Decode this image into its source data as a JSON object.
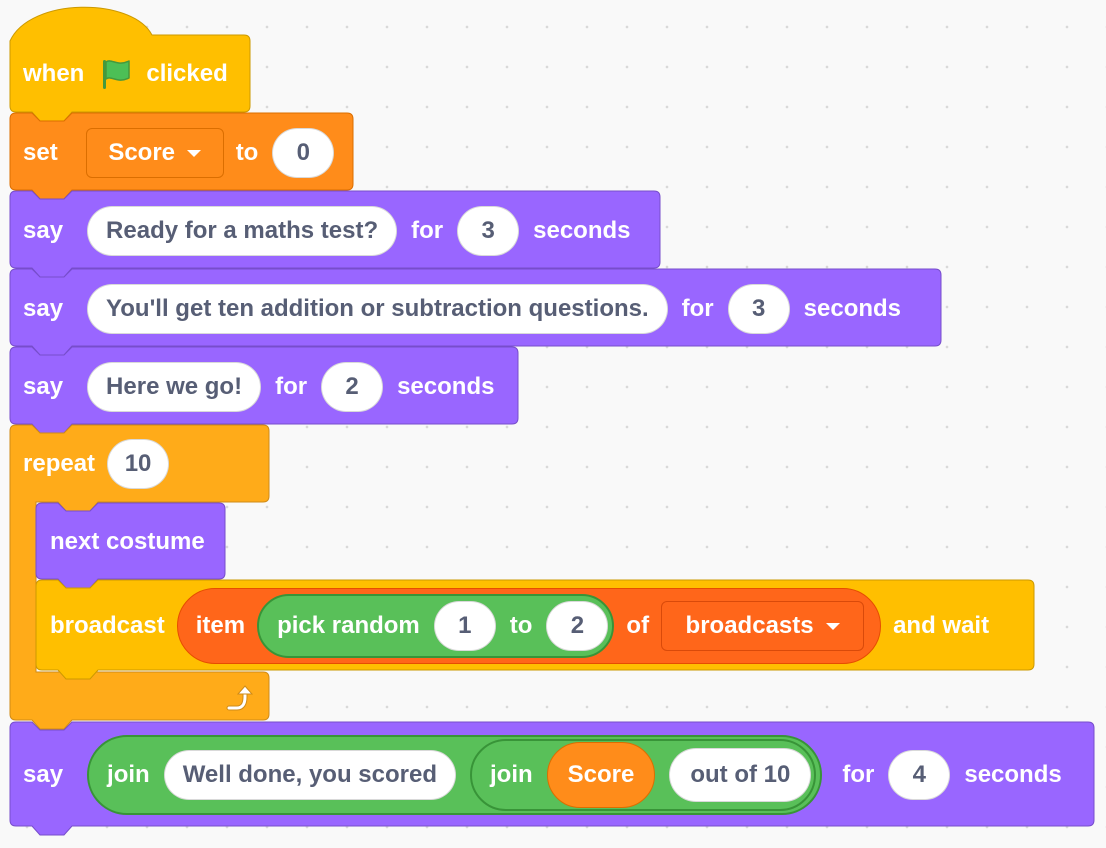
{
  "colors": {
    "events": "#ffbf00",
    "variables": "#ff8c1a",
    "looks": "#9966ff",
    "control": "#ffab19",
    "operators": "#59c059",
    "lists": "#ff661a",
    "flag": "#4cbf56"
  },
  "hat": {
    "when": "when",
    "icon": "green-flag-icon",
    "clicked": "clicked"
  },
  "set_block": {
    "set": "set",
    "variable": "Score",
    "to": "to",
    "value": "0"
  },
  "say1": {
    "say": "say",
    "message": "Ready for a maths test?",
    "for": "for",
    "secs": "3",
    "seconds": "seconds"
  },
  "say2": {
    "say": "say",
    "message": "You'll get ten addition or subtraction questions.",
    "for": "for",
    "secs": "3",
    "seconds": "seconds"
  },
  "say3": {
    "say": "say",
    "message": "Here we go!",
    "for": "for",
    "secs": "2",
    "seconds": "seconds"
  },
  "repeat": {
    "label": "repeat",
    "times": "10",
    "loop_icon": "loop-arrow-icon"
  },
  "next_costume": {
    "label": "next costume"
  },
  "broadcast": {
    "broadcast": "broadcast",
    "item": "item",
    "pick_random": "pick random",
    "from": "1",
    "to": "to",
    "to_value": "2",
    "of": "of",
    "list": "broadcasts",
    "and_wait": "and wait"
  },
  "final_say": {
    "say": "say",
    "join1": "join",
    "text1": "Well done, you scored",
    "join2": "join",
    "variable": "Score",
    "text2": "out of 10",
    "for": "for",
    "secs": "4",
    "seconds": "seconds"
  }
}
